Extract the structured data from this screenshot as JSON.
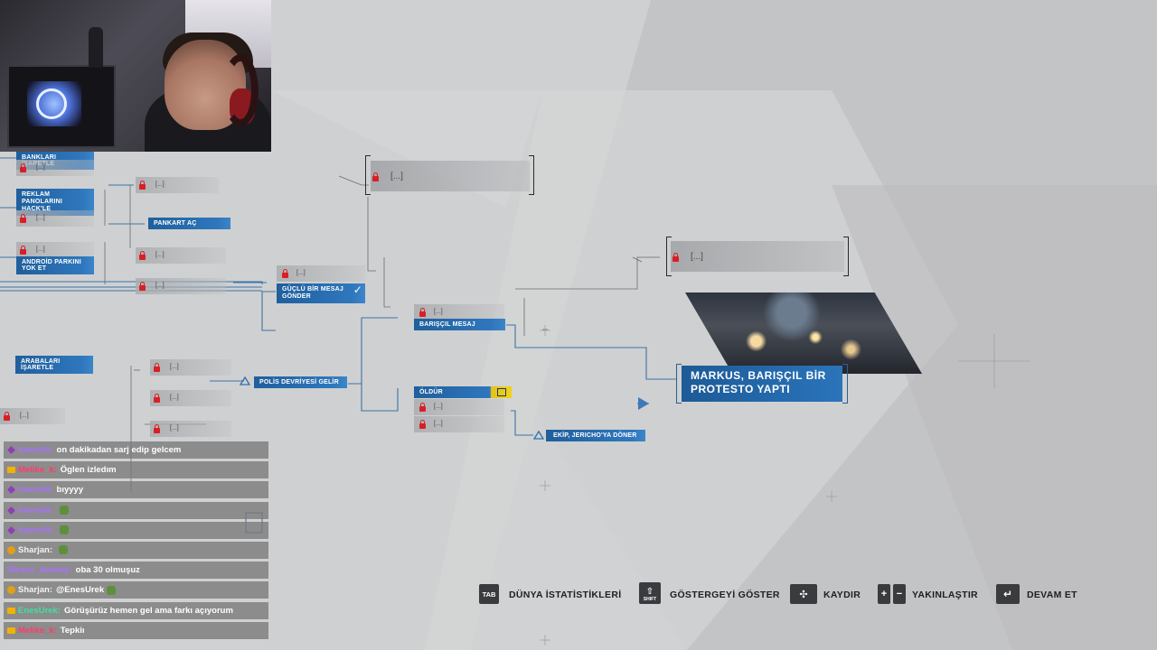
{
  "flowchart": {
    "nodes": {
      "bankalari": "BANKLARI İŞARETLE",
      "reklam": "REKLAM PANOLARINI HACK'LE",
      "android": "ANDROİD PARKINI YOK ET",
      "pankart": "PANKART AÇ",
      "guclu": "GÜÇLÜ BİR MESAJ GÖNDER",
      "arabalari": "ARABALARI İŞARETLE",
      "polis": "POLİS DEVRİYESİ GELİR",
      "barisci": "BARIŞÇIL MESAJ",
      "oldur": "ÖLDÜR",
      "ekip": "EKİP, JERICHO'YA DÖNER"
    },
    "locked_text": "[...]",
    "final_title_line1": "MARKUS, BARIŞÇIL BİR",
    "final_title_line2": "PROTESTO YAPTI"
  },
  "chat": [
    {
      "user": "havvolli:",
      "msg": "on dakikadan sarj edip gelcem",
      "color": "#a970ff",
      "badge": "gem"
    },
    {
      "user": "Melike_k:",
      "msg": "Öglen izledım",
      "color": "#ff3b6b",
      "badge": "crown"
    },
    {
      "user": "havvolli:",
      "msg": "bıyyyy",
      "color": "#a970ff",
      "badge": "gem"
    },
    {
      "user": "havvolli:",
      "msg": "",
      "color": "#a970ff",
      "badge": "gem",
      "emote": true
    },
    {
      "user": "havvolli:",
      "msg": "",
      "color": "#a970ff",
      "badge": "gem",
      "emote": true
    },
    {
      "user": "Sharjan:",
      "msg": "",
      "color": "#f2f2f2",
      "badge": "coin",
      "emote": true
    },
    {
      "user": "Weans_kwwwy:",
      "msg": "oba 30 olmuşuz",
      "color": "#a970ff",
      "badge": "none"
    },
    {
      "user": "Sharjan:",
      "msg": "@EnesUrek",
      "color": "#f2f2f2",
      "badge": "coin",
      "emote": true
    },
    {
      "user": "EnesUrek:",
      "msg": "Görüşürüz hemen gel ama farkı açıyorum",
      "color": "#3fe0a0",
      "badge": "crown"
    },
    {
      "user": "Melike_k:",
      "msg": "Tepkiı",
      "color": "#ff3b6b",
      "badge": "crown"
    }
  ],
  "controls": {
    "tab_key": "TAB",
    "tab_label": "DÜNYA İSTATİSTİKLERİ",
    "shift_key": "SHIFT",
    "shift_label": "GÖSTERGEYİ GÖSTER",
    "scroll_label": "KAYDIR",
    "zoom_label": "YAKINLAŞTIR",
    "continue_label": "DEVAM ET"
  }
}
